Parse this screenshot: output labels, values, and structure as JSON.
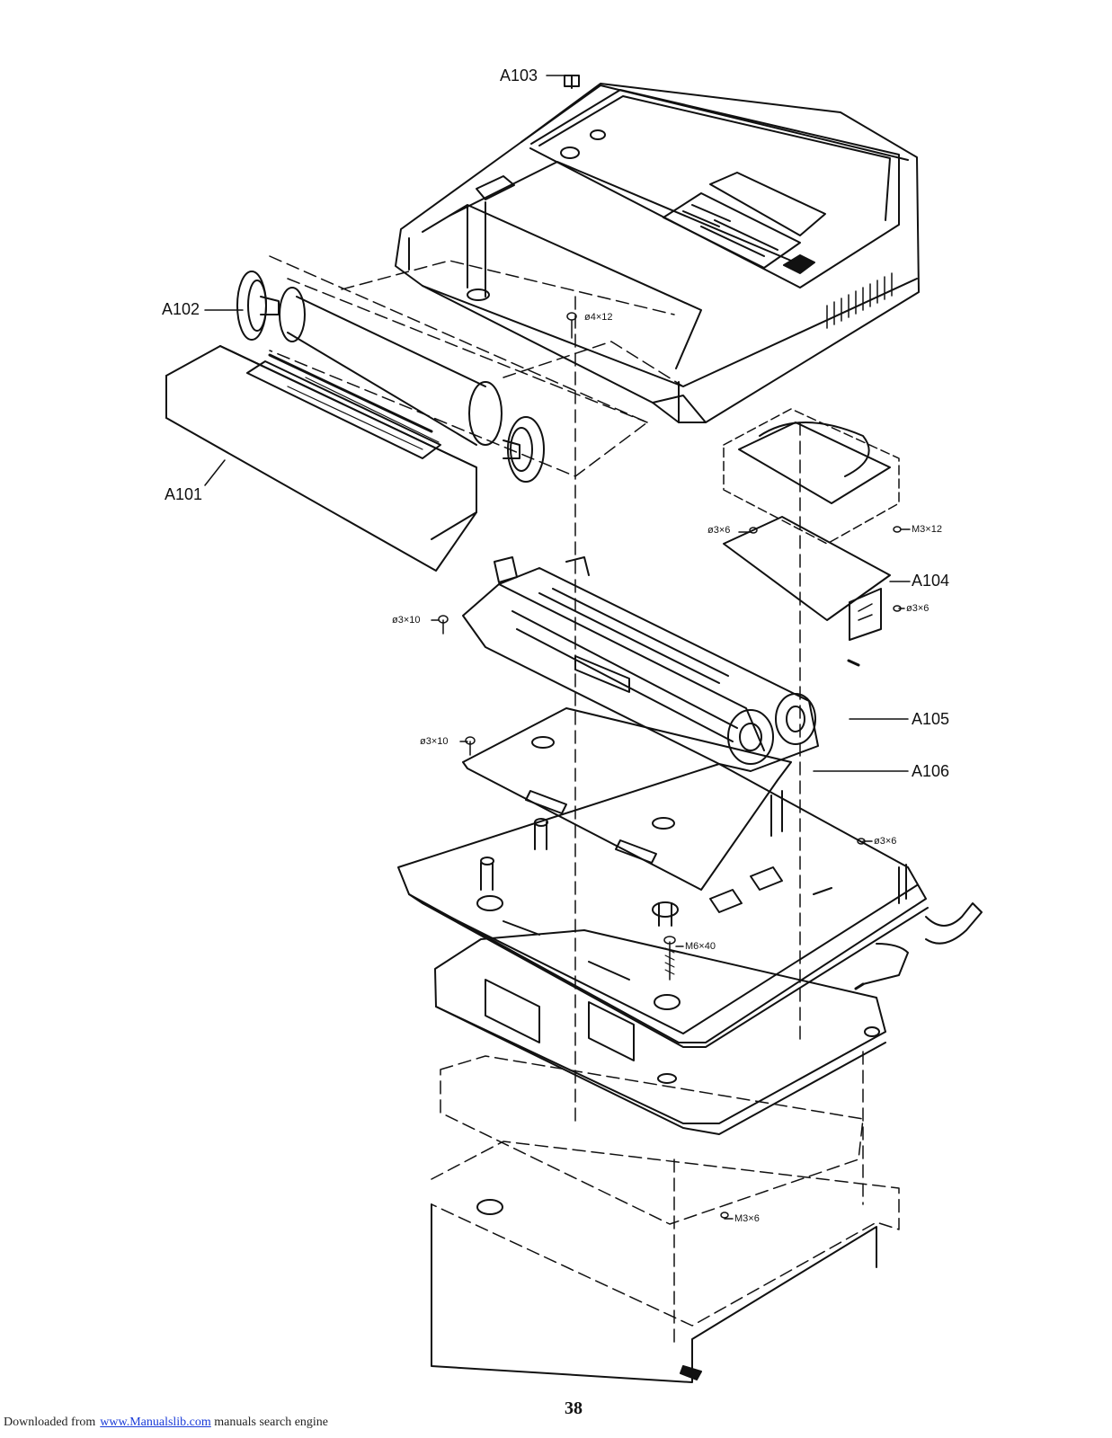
{
  "part_labels": {
    "a101": "A101",
    "a102": "A102",
    "a103": "A103",
    "a104": "A104",
    "a105": "A105",
    "a106": "A106"
  },
  "screw_labels": {
    "phi4x12": "ø4×12",
    "phi3x6_a": "ø3×6",
    "m3x12": "M3×12",
    "phi3x6_b": "ø3×6",
    "phi3x10_a": "ø3×10",
    "phi3x10_b": "ø3×10",
    "phi3x6_c": "ø3×6",
    "m6x40": "M6×40",
    "m3x6": "M3×6"
  },
  "page_number": "38",
  "footer": {
    "prefix": "Downloaded from",
    "link": "www.Manualslib.com",
    "suffix": "manuals search engine"
  },
  "colors": {
    "line": "#111111",
    "link": "#1a3bd8",
    "background": "#ffffff"
  }
}
